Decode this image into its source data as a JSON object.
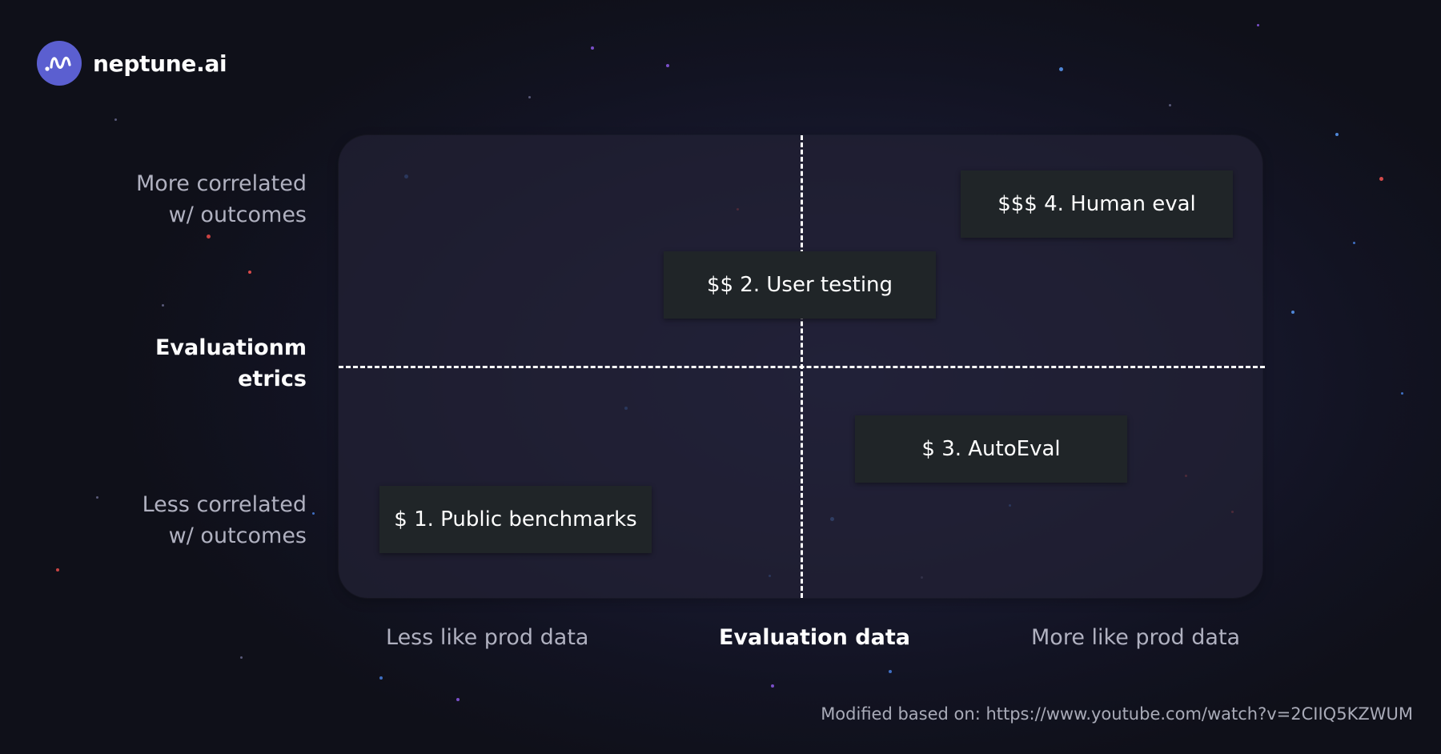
{
  "brand": {
    "name": "neptune.ai"
  },
  "diagram": {
    "y_axis": {
      "top": [
        "More correlated",
        "w/ outcomes"
      ],
      "title": [
        "Evaluationm",
        "etrics"
      ],
      "bottom": [
        "Less correlated",
        "w/ outcomes"
      ]
    },
    "x_axis": {
      "left": "Less like prod data",
      "title": "Evaluation data",
      "right": "More like prod data"
    },
    "items": {
      "public_benchmarks": "$ 1. Public benchmarks",
      "user_testing": "$$ 2. User testing",
      "autoeval": "$ 3. AutoEval",
      "human_eval": "$$$ 4. Human eval"
    }
  },
  "footer": {
    "source": "Modified based on:  https://www.youtube.com/watch?v=2CIIQ5KZWUM"
  }
}
